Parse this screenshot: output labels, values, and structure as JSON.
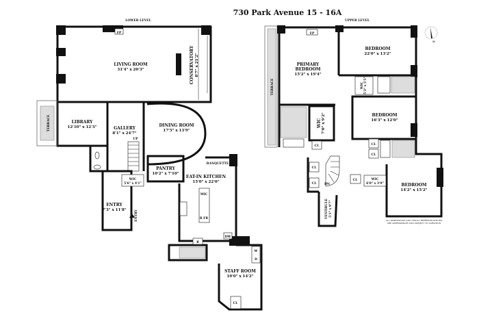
{
  "title": "730 Park Avenue 15 - 16A",
  "lower_level": {
    "heading": "LOWER LEVEL",
    "rooms": {
      "living": {
        "name": "LIVING ROOM",
        "dim": "31'4\" x 20'3\""
      },
      "conservatory": {
        "name": "CONSERVATORY",
        "dim": "8'7\" x 21'2\""
      },
      "library": {
        "name": "LIBRARY",
        "dim": "12'10\" x 12'3\""
      },
      "terrace": {
        "name": "TERRACE"
      },
      "gallery": {
        "name": "GALLERY",
        "dim": "8'1\" x 24'7\""
      },
      "dining": {
        "name": "DINING ROOM",
        "dim": "17'5\" x 13'9\""
      },
      "pantry": {
        "name": "PANTRY",
        "dim": "10'2\" x 7'10\""
      },
      "kitchen": {
        "name": "EAT-IN KITCHEN",
        "dim": "15'0\" x 22'0\""
      },
      "wic": {
        "name": "WIC",
        "dim": "5'6\" x 4'1\""
      },
      "entry": {
        "name": "ENTRY",
        "dim": "7'3\" x 11'8\""
      },
      "staff": {
        "name": "STAFF ROOM",
        "dim": "10'0\" x 14'2\""
      }
    },
    "marks": {
      "fp": "FP",
      "up": "UP",
      "entry_arrow": "ENTRY",
      "banquette": "BANQUETTE",
      "dw": "DW",
      "r": "R",
      "rfr": "R FR",
      "wd_w": "W",
      "wd_d": "D",
      "cl": "CL",
      "mic": "MIC"
    }
  },
  "upper_level": {
    "heading": "UPPER LEVEL",
    "rooms": {
      "terrace": {
        "name": "TERRACE"
      },
      "primary": {
        "name1": "PRIMARY",
        "name2": "BEDROOM",
        "dim": "15'2\" x 19'4\""
      },
      "bed1": {
        "name": "BEDROOM",
        "dim": "22'0\" x 13'2\""
      },
      "wic1": {
        "name": "WIC",
        "dim": "5'3\" x 5'5\""
      },
      "wic2": {
        "name": "WIC",
        "dim": "7'0\" x 9'2\""
      },
      "bed2": {
        "name": "BEDROOM",
        "dim": "16'3\" x 12'0\""
      },
      "wic3": {
        "name": "WIC",
        "dim": "6'0\" x 3'9\""
      },
      "bed3": {
        "name": "BEDROOM",
        "dim": "14'2\" x 15'2\""
      },
      "vestibule": {
        "name": "VESTIBULE",
        "dim": "5'1\" x 9'7\""
      }
    },
    "marks": {
      "fp": "FP",
      "cl": "CL",
      "dn": "DN",
      "compass_n": "N"
    }
  },
  "disclaimer": {
    "line1": "ALL DIMENSIONS AND VISUAL REPRESENTATIONS",
    "line2": "ARE APPROXIMATE AND SUBJECT TO VARIATION"
  }
}
